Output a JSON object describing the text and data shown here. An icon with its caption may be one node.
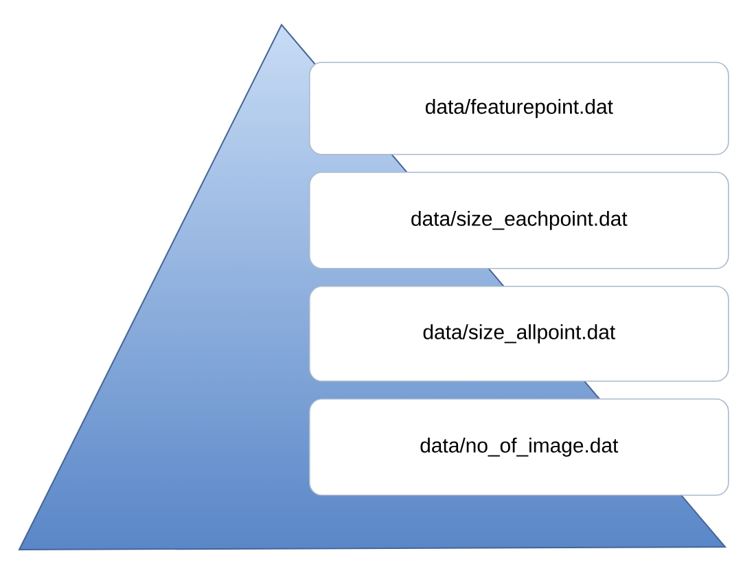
{
  "diagram": {
    "nodes": [
      {
        "text": [
          "data/featurepoint.dat"
        ]
      },
      {
        "text": [
          "data/size_eachpoint.dat"
        ]
      },
      {
        "text": [
          "data/size_allpoint.dat"
        ]
      },
      {
        "text": [
          "data/no_of_image.dat"
        ]
      }
    ]
  }
}
